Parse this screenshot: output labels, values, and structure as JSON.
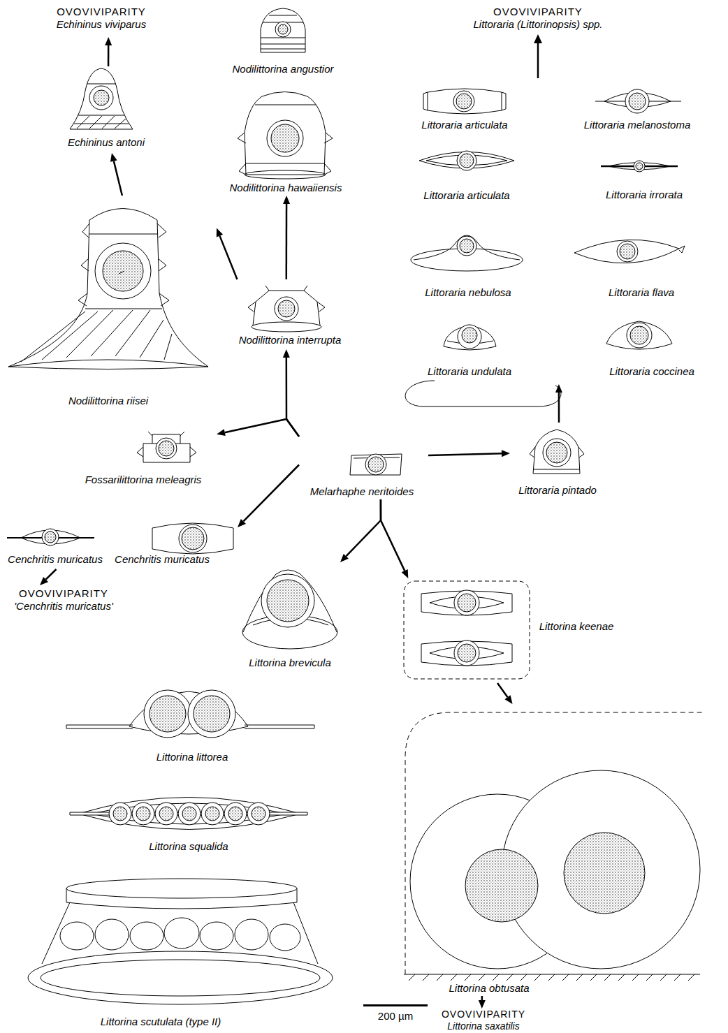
{
  "diagram": {
    "nodes": [
      {
        "text": [
          "OVOVIVIPARITY",
          "Echininus viviparus"
        ]
      },
      {
        "text": [
          "Echininus antoni"
        ]
      },
      {
        "text": [
          "Nodilittorina angustior"
        ]
      },
      {
        "text": [
          "Nodilittorina hawaiiensis"
        ]
      },
      {
        "text": [
          "Nodilittorina riisei"
        ]
      },
      {
        "text": [
          "Nodilittorina interrupta"
        ]
      },
      {
        "text": [
          "OVOVIVIPARITY",
          "Littoraria (Littorinopsis) spp."
        ]
      },
      {
        "text": [
          "Littoraria articulata"
        ]
      },
      {
        "text": [
          "Littoraria melanostoma"
        ]
      },
      {
        "text": [
          "Littoraria articulata"
        ]
      },
      {
        "text": [
          "Littoraria irrorata"
        ]
      },
      {
        "text": [
          "Littoraria nebulosa"
        ]
      },
      {
        "text": [
          "Littoraria flava"
        ]
      },
      {
        "text": [
          "Littoraria undulata"
        ]
      },
      {
        "text": [
          "Littoraria coccinea"
        ]
      },
      {
        "text": [
          "Littoraria pintado"
        ]
      },
      {
        "text": [
          "Fossarilittorina meleagris"
        ]
      },
      {
        "text": [
          "Melarhaphe neritoides"
        ]
      },
      {
        "text": [
          "Cenchritis muricatus"
        ]
      },
      {
        "text": [
          "Cenchritis muricatus"
        ]
      },
      {
        "text": [
          "OVOVIVIPARITY",
          "'Cenchritis muricatus'"
        ]
      },
      {
        "text": [
          "Littorina brevicula"
        ]
      },
      {
        "text": [
          "Littorina keenae"
        ]
      },
      {
        "text": [
          "Littorina littorea"
        ]
      },
      {
        "text": [
          "Littorina squalida"
        ]
      },
      {
        "text": [
          "Littorina scutulata (type II)"
        ]
      },
      {
        "text": [
          "Littorina obtusata"
        ]
      },
      {
        "text": [
          "OVOVIVIPARITY",
          "Littorina saxatilis"
        ]
      }
    ],
    "edges": [
      {
        "from": 1,
        "to": 0,
        "arrow": "to"
      },
      {
        "from": 4,
        "to": 1,
        "arrow": "to"
      },
      {
        "from": 5,
        "to": 4,
        "arrow": "to"
      },
      {
        "from": 5,
        "to": 3,
        "arrow": "to"
      },
      {
        "from": 17,
        "to": 5,
        "arrow": "to"
      },
      {
        "from": 17,
        "to": 16,
        "arrow": "to"
      },
      {
        "from": 17,
        "to": 15,
        "arrow": "to"
      },
      {
        "from": 15,
        "to": 13,
        "arrow": "to"
      },
      {
        "from": 17,
        "to": 19,
        "arrow": "to"
      },
      {
        "from": 18,
        "to": 20,
        "arrow": "to"
      },
      {
        "from": 17,
        "to": 21,
        "arrow": "to"
      },
      {
        "from": 17,
        "to": 22,
        "arrow": "to"
      },
      {
        "from": 22,
        "to": 26,
        "arrow": "to"
      },
      {
        "from": 26,
        "to": 27,
        "arrow": "to"
      }
    ],
    "labels": [
      "200 µm"
    ]
  }
}
